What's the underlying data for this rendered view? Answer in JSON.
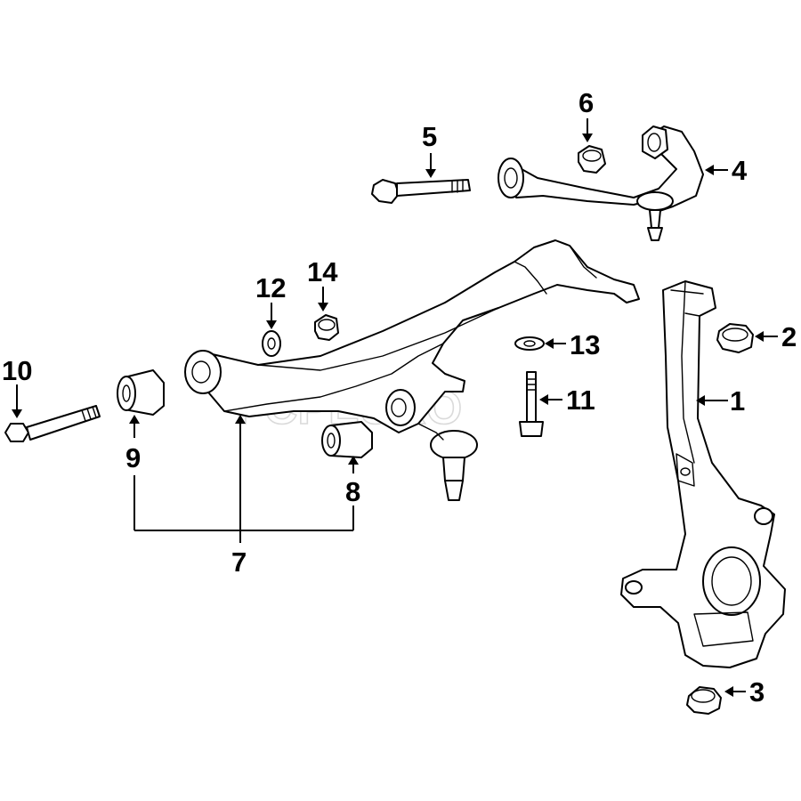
{
  "watermark": "FCPEURO",
  "callouts": {
    "c1": "1",
    "c2": "2",
    "c3": "3",
    "c4": "4",
    "c5": "5",
    "c6": "6",
    "c7": "7",
    "c8": "8",
    "c9": "9",
    "c10": "10",
    "c11": "11",
    "c12": "12",
    "c13": "13",
    "c14": "14"
  },
  "colors": {
    "line": "#000000",
    "background": "#ffffff",
    "watermark": "#bdbdbd"
  }
}
